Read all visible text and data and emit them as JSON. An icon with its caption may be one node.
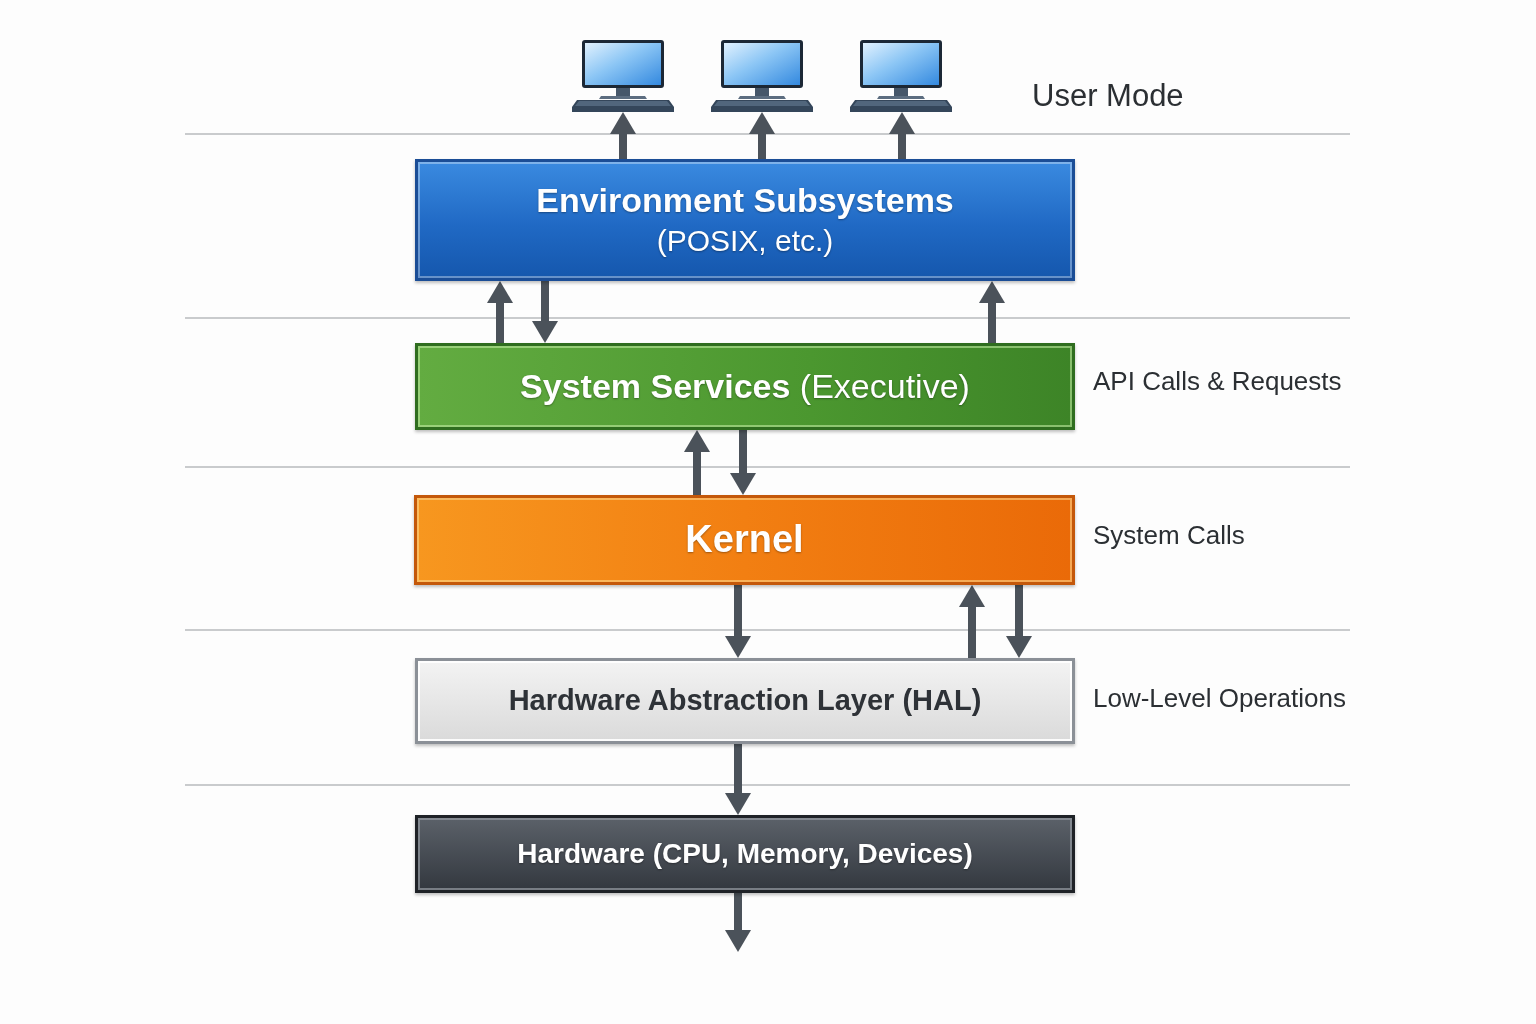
{
  "diagram": {
    "nodes": [
      {
        "text": [],
        "shape": "picture"
      },
      {
        "text": [],
        "shape": "picture"
      },
      {
        "text": [],
        "shape": "picture"
      },
      {
        "text": [
          "Environment Subsystems",
          "(POSIX, etc.)"
        ]
      },
      {
        "text": [
          "**System Services** (Executive)"
        ],
        "beside": [
          "API Calls & Requests"
        ]
      },
      {
        "text": [
          "Kernel"
        ],
        "beside": [
          "System Calls"
        ]
      },
      {
        "text": [
          "Hardware Abstraction Layer (HAL)"
        ],
        "beside": [
          "Low-Level Operations"
        ]
      },
      {
        "text": [
          "Hardware (CPU, Memory, Devices)"
        ]
      }
    ],
    "edges": [
      {
        "from": 3,
        "to": 0,
        "arrow": "to"
      },
      {
        "from": 3,
        "to": 1,
        "arrow": "to"
      },
      {
        "from": 3,
        "to": 2,
        "arrow": "to"
      },
      {
        "from": 4,
        "to": 3,
        "arrow": "to"
      },
      {
        "from": 3,
        "to": 4,
        "arrow": "to"
      },
      {
        "from": 4,
        "to": 3,
        "arrow": "to"
      },
      {
        "from": 5,
        "to": 4,
        "arrow": "to"
      },
      {
        "from": 4,
        "to": 5,
        "arrow": "to"
      },
      {
        "from": 5,
        "to": 6,
        "arrow": "to"
      },
      {
        "from": 6,
        "to": 5,
        "arrow": "to"
      },
      {
        "from": 5,
        "to": 6,
        "arrow": "to"
      },
      {
        "from": 6,
        "to": 7,
        "arrow": "to"
      },
      {
        "from": 7,
        "to": null,
        "arrow": "to"
      }
    ],
    "labels": [
      "User Mode"
    ]
  }
}
